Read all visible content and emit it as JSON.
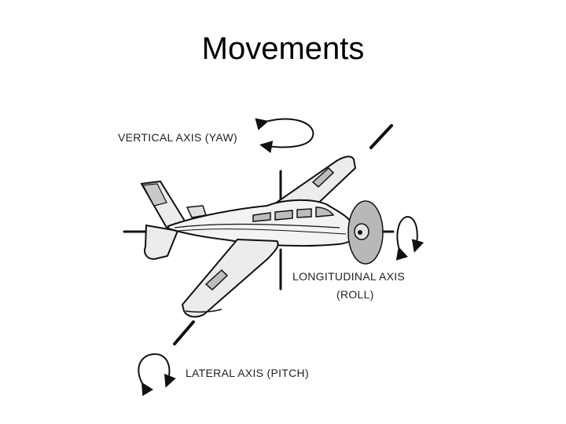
{
  "slide": {
    "title": "Movements"
  },
  "diagram": {
    "labels": {
      "vertical": "VERTICAL AXIS (YAW)",
      "longitudinal_line1": "LONGITUDINAL AXIS",
      "longitudinal_line2": "(ROLL)",
      "lateral": "LATERAL AXIS (PITCH)"
    },
    "colors": {
      "line": "#111111",
      "fuselage": "#f2f2f2",
      "wing": "#e9e9e9",
      "detail": "#bdbdbd",
      "spinner": "#9a9a9a"
    }
  }
}
